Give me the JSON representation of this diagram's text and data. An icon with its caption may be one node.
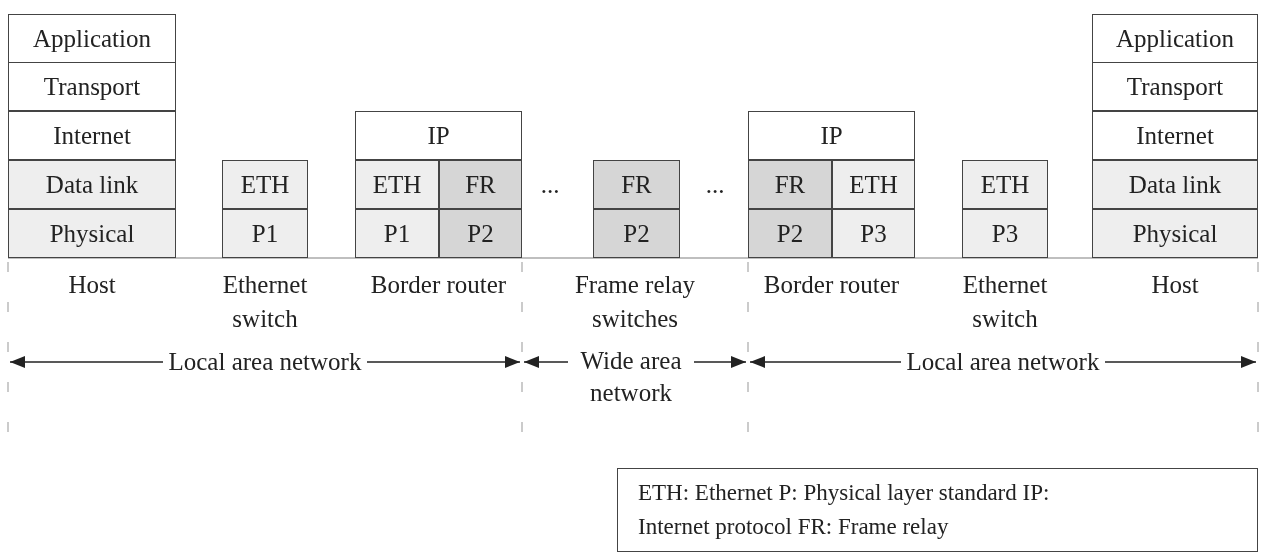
{
  "diagram": {
    "nodes": [
      {
        "text": [
          "Application"
        ]
      },
      {
        "text": [
          "Application"
        ]
      },
      {
        "text": [
          "Transport"
        ]
      },
      {
        "text": [
          "Transport"
        ]
      },
      {
        "text": [
          "Internet"
        ]
      },
      {
        "text": [
          "IP"
        ]
      },
      {
        "text": [
          "IP"
        ]
      },
      {
        "text": [
          "Internet"
        ]
      },
      {
        "text": [
          "Data link"
        ]
      },
      {
        "text": [
          "ETH"
        ]
      },
      {
        "text": [
          "ETH"
        ]
      },
      {
        "text": [
          "FR"
        ]
      },
      {
        "text": [
          "FR"
        ]
      },
      {
        "text": [
          "FR"
        ]
      },
      {
        "text": [
          "ETH"
        ]
      },
      {
        "text": [
          "ETH"
        ]
      },
      {
        "text": [
          "Data link"
        ]
      },
      {
        "text": [
          "Physical"
        ]
      },
      {
        "text": [
          "P1"
        ]
      },
      {
        "text": [
          "P1"
        ]
      },
      {
        "text": [
          "P2"
        ]
      },
      {
        "text": [
          "P2"
        ]
      },
      {
        "text": [
          "P2"
        ]
      },
      {
        "text": [
          "P3"
        ]
      },
      {
        "text": [
          "P3"
        ]
      },
      {
        "text": [
          "Physical"
        ]
      },
      {
        "text": [
          "ETH: Ethernet P: Physical layer standard IP: Internet protocol FR: Frame relay"
        ]
      }
    ],
    "labels": [
      "...",
      "...",
      "Host",
      "Ethernet switch",
      "Border router",
      "Frame relay switches",
      "Border router",
      "Ethernet switch",
      "Host",
      "Local area network",
      "Wide area network",
      "Local area network"
    ]
  }
}
